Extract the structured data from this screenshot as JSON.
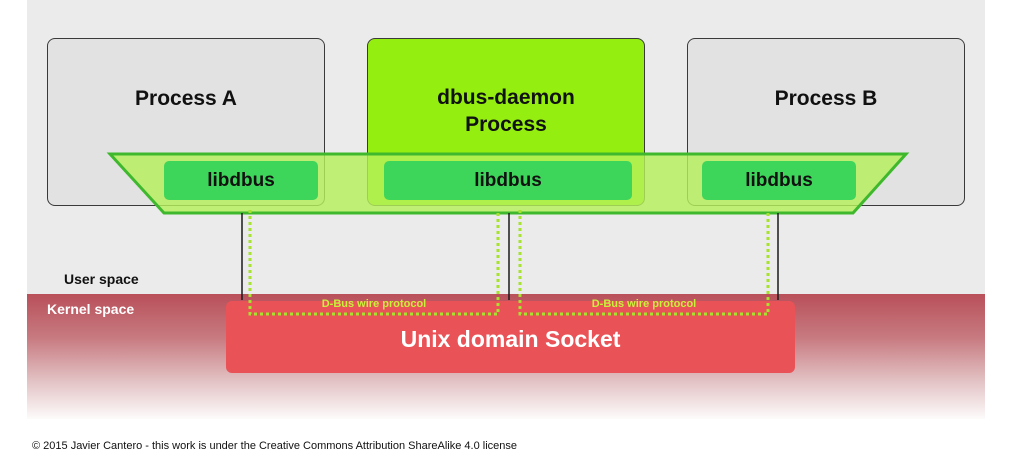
{
  "processes": {
    "a_title": "Process A",
    "daemon_title_line1": "dbus-daemon",
    "daemon_title_line2": "Process",
    "b_title": "Process B"
  },
  "libraries": {
    "a": "libdbus",
    "daemon": "libdbus",
    "b": "libdbus"
  },
  "spaces": {
    "user": "User space",
    "kernel": "Kernel space"
  },
  "socket": {
    "label": "Unix domain Socket"
  },
  "protocol": {
    "left_label": "D-Bus wire protocol",
    "right_label": "D-Bus wire protocol"
  },
  "credit": "© 2015 Javier Cantero - this work is under the Creative Commons Attribution ShareAlike 4.0 license",
  "colors": {
    "daemon": "#94ee0f",
    "library": "#3ed65a",
    "band": "#b4f05a",
    "socket": "#e95357",
    "wire": "#a6e22e"
  }
}
